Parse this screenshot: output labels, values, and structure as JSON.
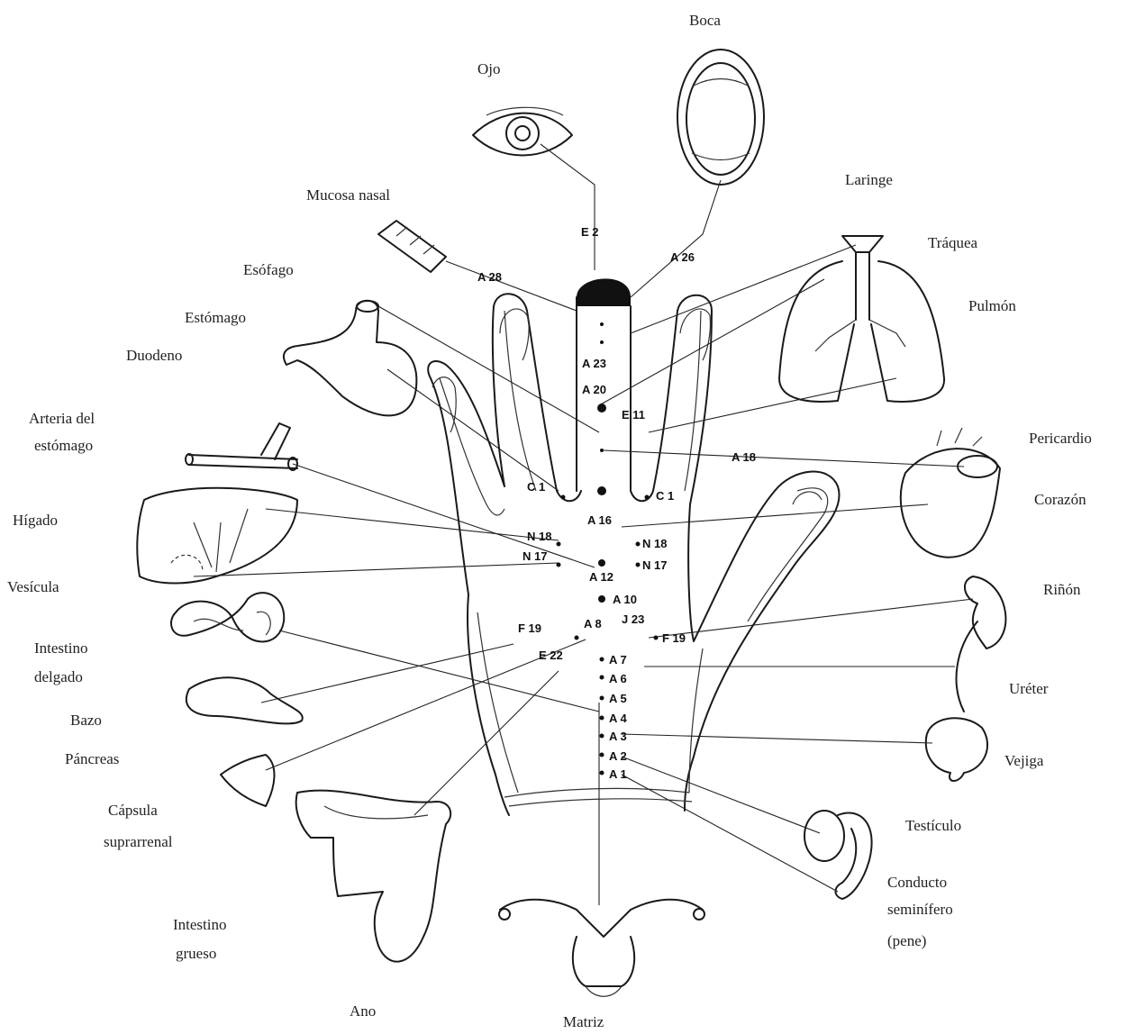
{
  "organs": {
    "boca": "Boca",
    "ojo": "Ojo",
    "laringe": "Laringe",
    "traquea": "Tráquea",
    "pulmon": "Pulmón",
    "mucosa_nasal": "Mucosa nasal",
    "esofago": "Esófago",
    "estomago": "Estómago",
    "duodeno": "Duodeno",
    "arteria_1": "Arteria del",
    "arteria_2": "estómago",
    "pericardio": "Pericardio",
    "corazon": "Corazón",
    "higado": "Hígado",
    "vesicula": "Vesícula",
    "rinon": "Riñón",
    "intestino_delgado_1": "Intestino",
    "intestino_delgado_2": "delgado",
    "ureter": "Uréter",
    "bazo": "Bazo",
    "pancreas": "Páncreas",
    "vejiga": "Vejiga",
    "capsula_1": "Cápsula",
    "capsula_2": "suprarrenal",
    "testiculo": "Testículo",
    "conducto_1": "Conducto",
    "conducto_2": "seminífero",
    "conducto_3": "(pene)",
    "intestino_grueso_1": "Intestino",
    "intestino_grueso_2": "grueso",
    "ano": "Ano",
    "matriz": "Matriz"
  },
  "points": {
    "e2": "E 2",
    "a26": "A 26",
    "a28": "A 28",
    "a23": "A 23",
    "a20": "A 20",
    "e11": "E 11",
    "a18": "A 18",
    "c1_left": "C 1",
    "c1_right": "C 1",
    "a16": "A 16",
    "n18_left": "N 18",
    "n17_left": "N 17",
    "n18_right": "N 18",
    "n17_right": "N 17",
    "a12": "A 12",
    "a10": "A 10",
    "a8": "A 8",
    "j23": "J 23",
    "f19_left": "F 19",
    "f19_right": "F 19",
    "e22": "E 22",
    "a7": "A 7",
    "a6": "A 6",
    "a5": "A 5",
    "a4": "A 4",
    "a3": "A 3",
    "a2": "A 2",
    "a1": "A 1"
  }
}
